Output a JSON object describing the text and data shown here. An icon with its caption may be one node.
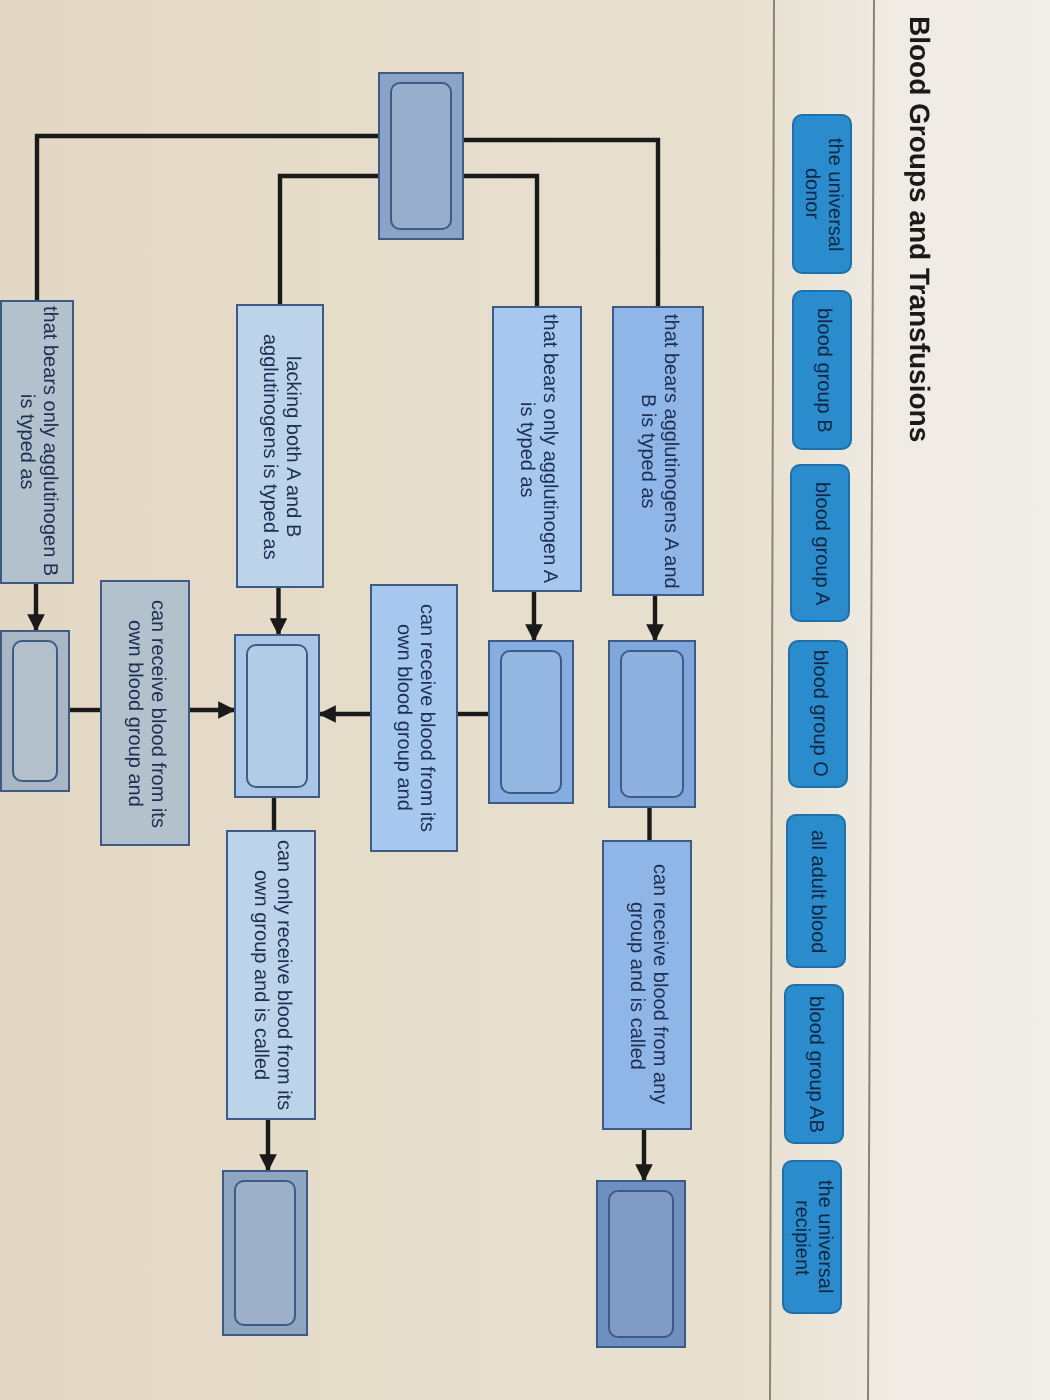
{
  "diagram": {
    "title": "Blood Groups and Transfusions",
    "nodes": [
      {
        "text": [
          "the universal donor"
        ]
      },
      {
        "text": [
          "blood group B"
        ]
      },
      {
        "text": [
          "blood group A"
        ]
      },
      {
        "text": [
          "blood group O"
        ]
      },
      {
        "text": [
          "all adult blood"
        ]
      },
      {
        "text": [
          "blood group AB"
        ]
      },
      {
        "text": [
          "the universal recipient"
        ]
      },
      {
        "text": [],
        "shape": "box"
      },
      {
        "text": [
          "that bears agglutinogens A and B is typed as"
        ]
      },
      {
        "text": [
          "that bears only agglutinogen A is typed as"
        ]
      },
      {
        "text": [
          "lacking both A and B agglutinogens is typed as"
        ]
      },
      {
        "text": [
          "that bears only agglutinogen B is typed as"
        ]
      },
      {
        "text": [],
        "shape": "box"
      },
      {
        "text": [],
        "shape": "box"
      },
      {
        "text": [],
        "shape": "box"
      },
      {
        "text": [],
        "shape": "box"
      },
      {
        "text": [
          "can receive blood from its own blood group and"
        ]
      },
      {
        "text": [
          "can receive blood from its own blood group and"
        ]
      },
      {
        "text": [
          "can receive blood from any group and is called"
        ]
      },
      {
        "text": [
          "can only receive blood from its own group and is called"
        ]
      },
      {
        "text": [],
        "shape": "box"
      },
      {
        "text": [],
        "shape": "box"
      }
    ],
    "edges": [
      {
        "from": 7,
        "to": 8,
        "arrow": "none"
      },
      {
        "from": 7,
        "to": 9,
        "arrow": "none"
      },
      {
        "from": 7,
        "to": 10,
        "arrow": "none"
      },
      {
        "from": 7,
        "to": 11,
        "arrow": "none"
      },
      {
        "from": 8,
        "to": 12,
        "arrow": "to"
      },
      {
        "from": 9,
        "to": 13,
        "arrow": "to"
      },
      {
        "from": 10,
        "to": 14,
        "arrow": "to"
      },
      {
        "from": 11,
        "to": 15,
        "arrow": "to"
      },
      {
        "from": 13,
        "to": 16,
        "arrow": "none"
      },
      {
        "from": 16,
        "to": 14,
        "arrow": "to"
      },
      {
        "from": 15,
        "to": 17,
        "arrow": "none"
      },
      {
        "from": 17,
        "to": 14,
        "arrow": "to"
      },
      {
        "from": 12,
        "to": 18,
        "arrow": "none"
      },
      {
        "from": 18,
        "to": 20,
        "arrow": "to"
      },
      {
        "from": 14,
        "to": 19,
        "arrow": "none"
      },
      {
        "from": 19,
        "to": 21,
        "arrow": "to"
      }
    ]
  }
}
